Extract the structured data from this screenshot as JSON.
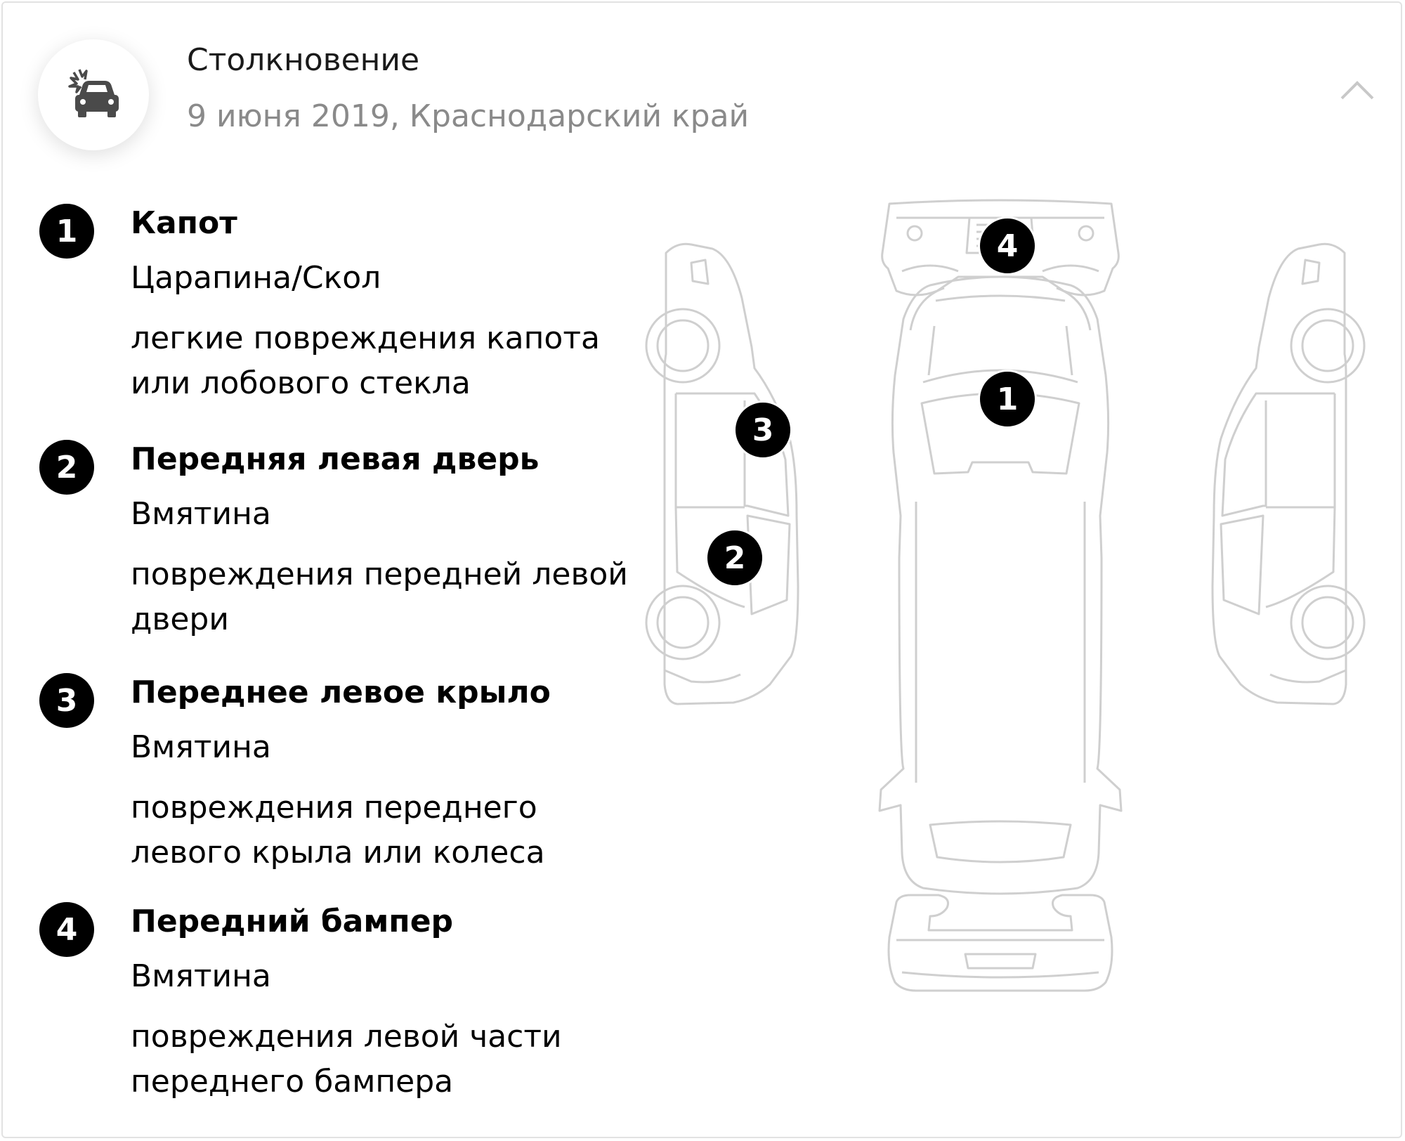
{
  "incident": {
    "title": "Столкновение",
    "subtitle": "9 июня 2019, Краснодарский край"
  },
  "damages": [
    {
      "number": "1",
      "part": "Капот",
      "type": "Царапина/Скол",
      "description": "легкие повреждения капота или лобового стекла"
    },
    {
      "number": "2",
      "part": "Передняя левая дверь",
      "type": "Вмятина",
      "description": "повреждения передней левой двери"
    },
    {
      "number": "3",
      "part": "Переднее левое крыло",
      "type": "Вмятина",
      "description": "повреждения переднего левого крыла или колеса"
    },
    {
      "number": "4",
      "part": "Передний бампер",
      "type": "Вмятина",
      "description": "повреждения левой части переднего бампера"
    }
  ],
  "colors": {
    "text": "#000000",
    "muted": "#8a8a8a",
    "outline": "#cfcfcf"
  },
  "icons": {
    "incident": "car-crash-icon",
    "collapse": "chevron-up-icon"
  }
}
